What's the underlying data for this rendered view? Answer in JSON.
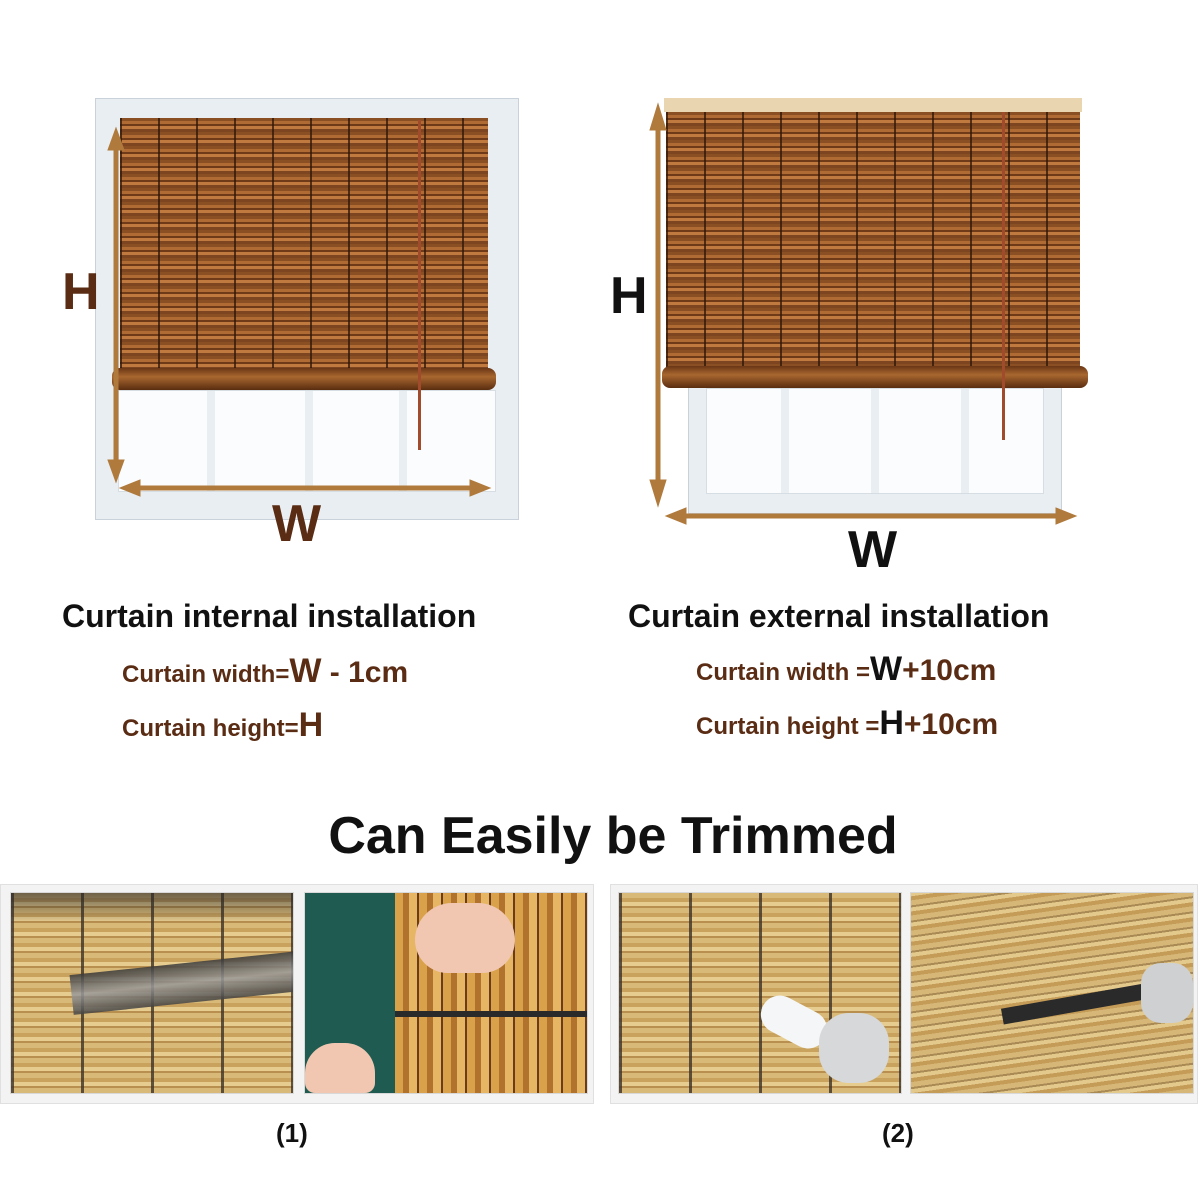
{
  "internal": {
    "h_label": "H",
    "w_label": "W",
    "title": "Curtain internal installation",
    "width_prefix": "Curtain width=",
    "width_var": "W",
    "width_suffix": " - 1cm",
    "height_prefix": "Curtain height=",
    "height_var": "H"
  },
  "external": {
    "h_label": "H",
    "w_label": "W",
    "title": "Curtain external installation",
    "width_prefix": "Curtain width =",
    "width_var": "W",
    "width_suffix": "+10cm",
    "height_prefix": "Curtain height =",
    "height_var": "H",
    "height_suffix": "+10cm"
  },
  "trim": {
    "heading": "Can Easily be Trimmed",
    "label_1": "(1)",
    "label_2": "(2)"
  },
  "colors": {
    "dimension_brown": "#5a2c14",
    "arrow_tan": "#b07a3c",
    "text_black": "#111111"
  }
}
